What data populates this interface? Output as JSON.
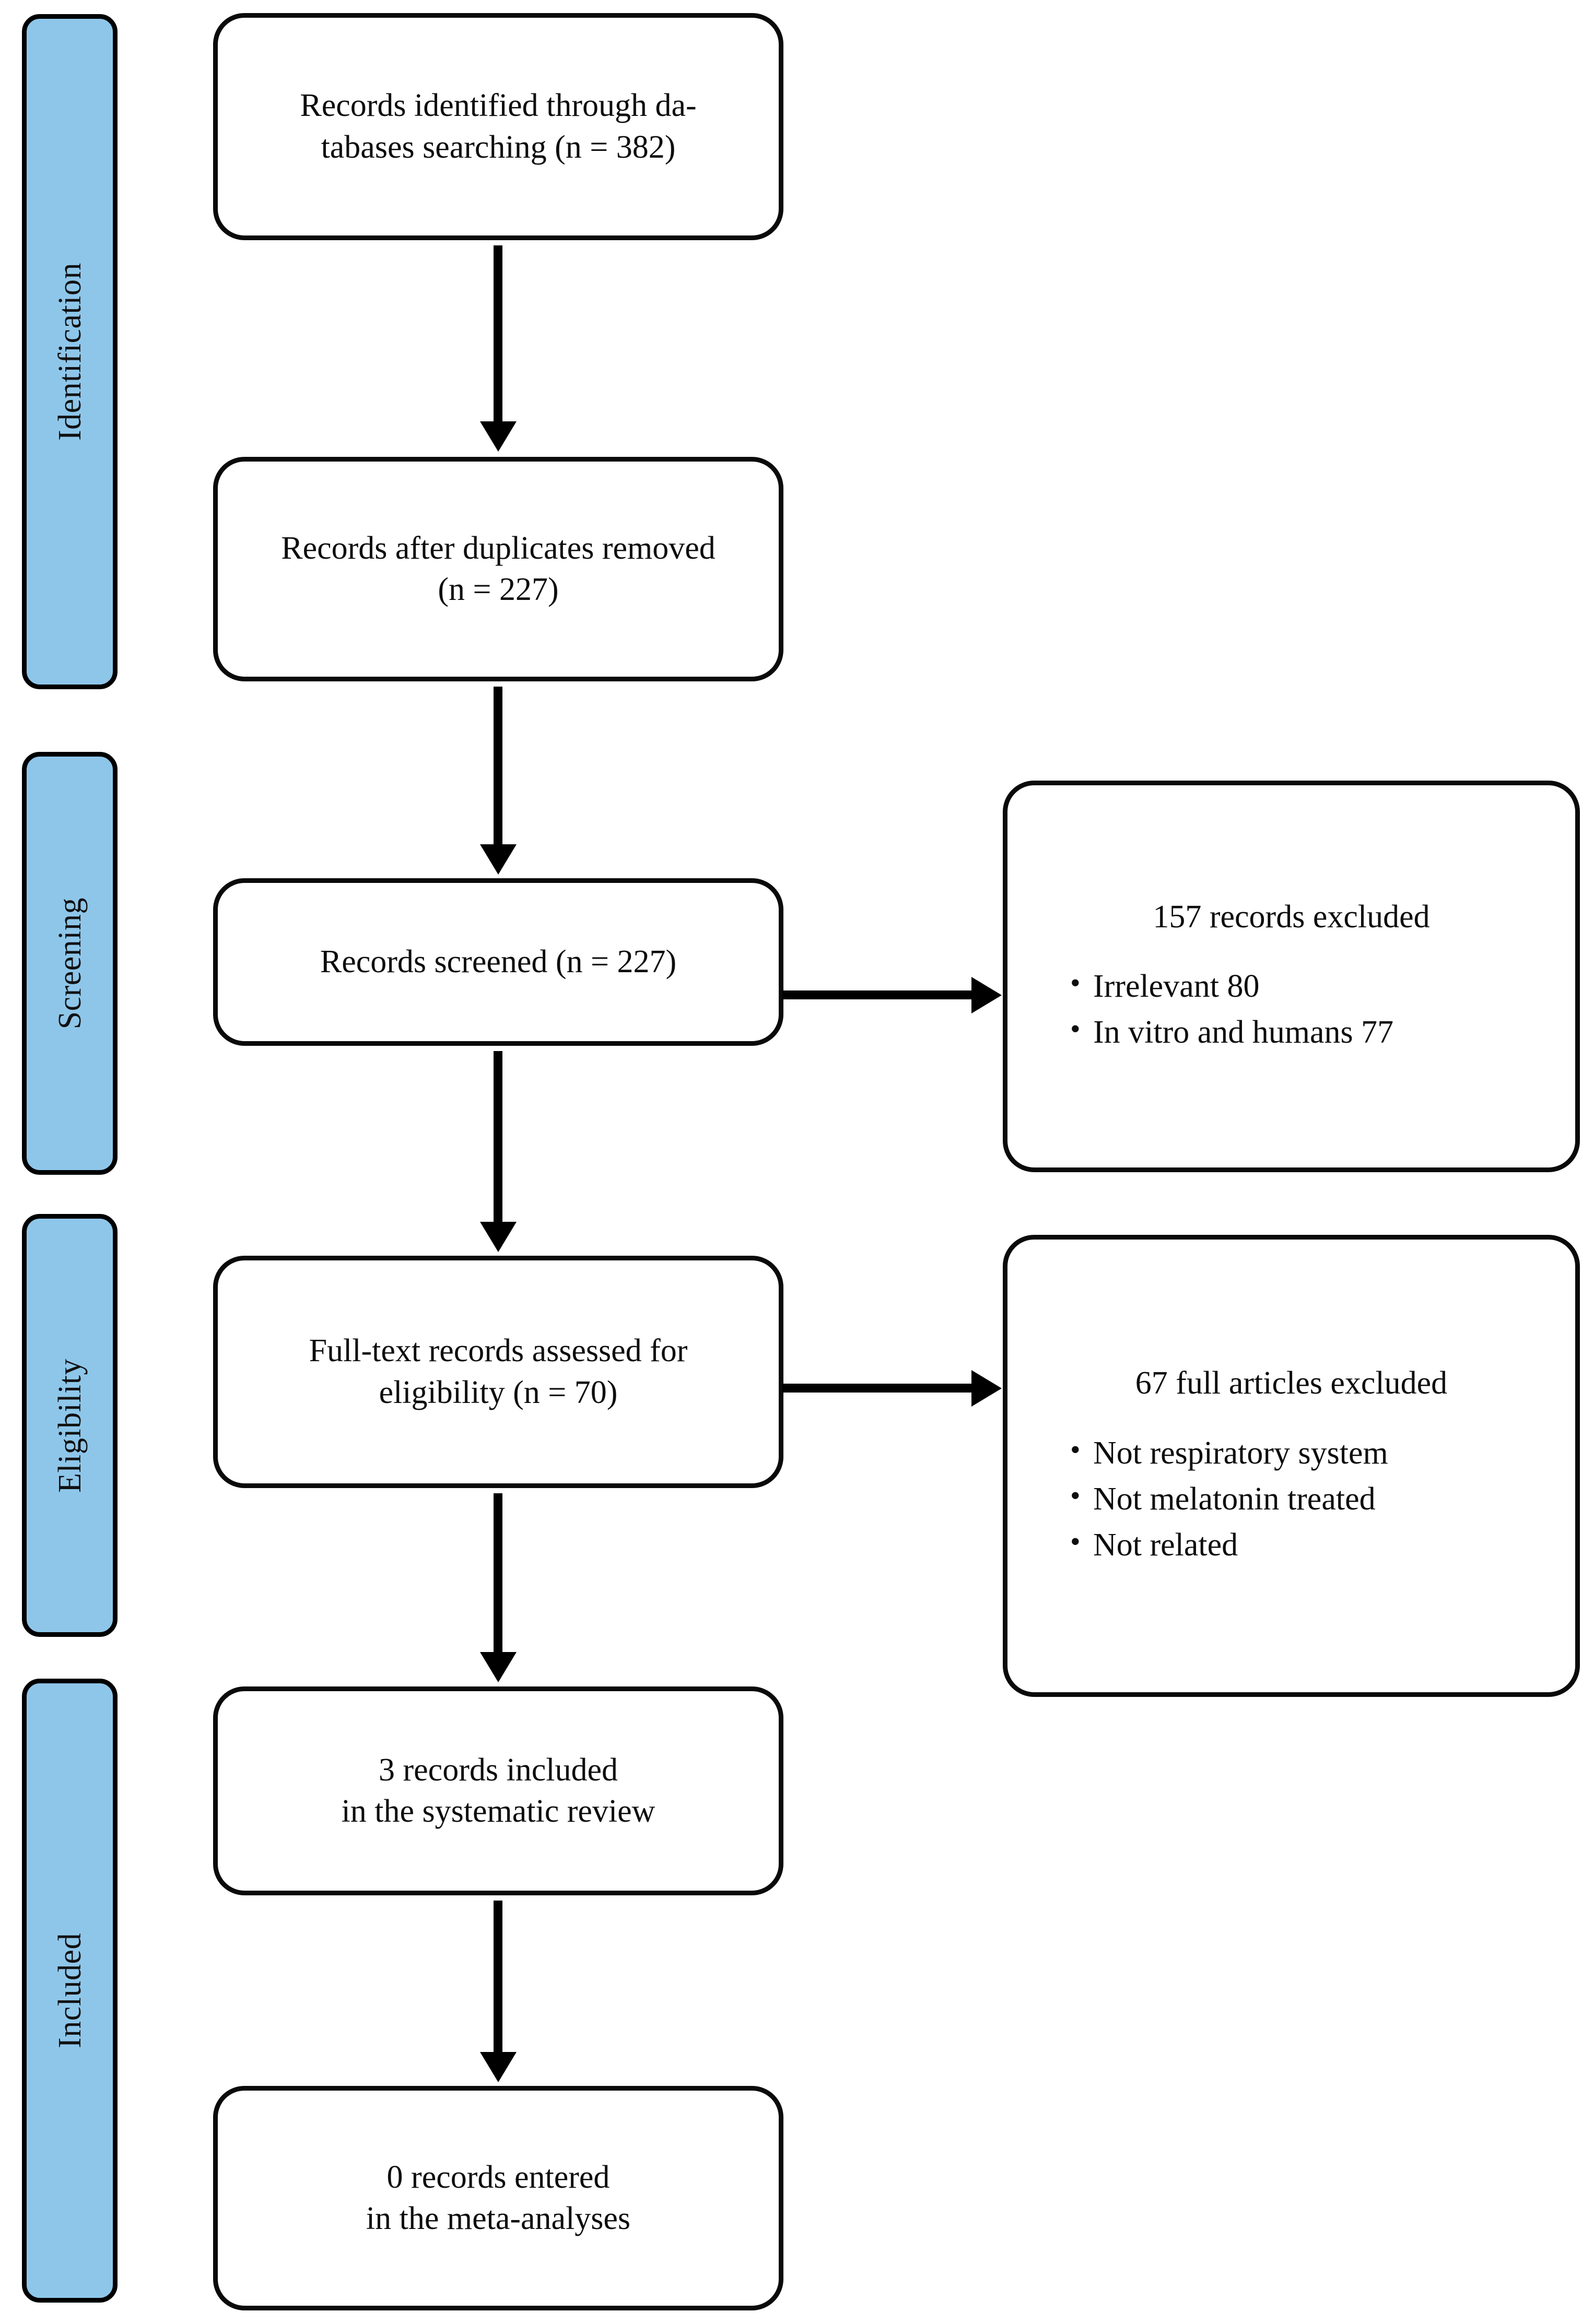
{
  "diagram": {
    "type": "prisma-flow-diagram",
    "title": "PRISMA flow diagram",
    "accent_color": "#8EC6EA",
    "line_color": "#000000",
    "background_color": "#FFFFFF"
  },
  "stages": [
    {
      "label": "Identification"
    },
    {
      "label": "Screening"
    },
    {
      "label": "Eligibility"
    },
    {
      "label": "Included"
    }
  ],
  "boxes": [
    {
      "id": "identified",
      "text": "Records identified through da-\ntabases searching (n = 382)",
      "count": 382
    },
    {
      "id": "duplicates-removed",
      "text": "Records after duplicates removed\n(n = 227)",
      "count": 227
    },
    {
      "id": "screened",
      "text": "Records screened (n = 227)",
      "count": 227
    },
    {
      "id": "full-text-assessed",
      "text": "Full-text records assessed for\neligibility (n = 70)",
      "count": 70
    },
    {
      "id": "included-systematic-review",
      "text": "3 records included\nin the systematic review",
      "count": 3
    },
    {
      "id": "entered-meta-analyses",
      "text": "0 records entered\nin the meta-analyses",
      "count": 0
    }
  ],
  "exclusions": [
    {
      "id": "records-excluded",
      "heading": "157 records excluded",
      "count": 157,
      "reasons": [
        "Irrelevant 80",
        "In vitro and humans 77"
      ]
    },
    {
      "id": "full-articles-excluded",
      "heading": "67 full articles excluded",
      "count": 67,
      "reasons": [
        "Not respiratory system",
        "Not melatonin treated",
        "Not related"
      ]
    }
  ],
  "connectors": [
    {
      "id": "identified-to-duplicates",
      "direction": "down"
    },
    {
      "id": "duplicates-to-screened",
      "direction": "down"
    },
    {
      "id": "screened-to-fulltext",
      "direction": "down"
    },
    {
      "id": "fulltext-to-included",
      "direction": "down"
    },
    {
      "id": "included-to-meta",
      "direction": "down"
    },
    {
      "id": "screened-to-excluded",
      "direction": "right"
    },
    {
      "id": "fulltext-to-excluded",
      "direction": "right"
    }
  ]
}
